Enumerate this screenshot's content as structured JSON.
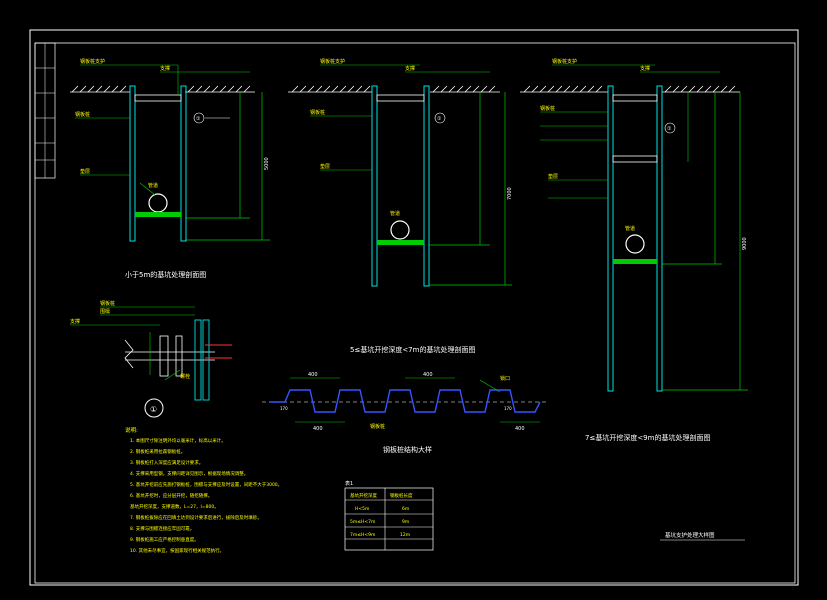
{
  "colors": {
    "background": "#000000",
    "frame": "#ffffff",
    "wall": "#00e0e0",
    "dim": "#00cc00",
    "label": "#ffff00",
    "text": "#ffffff",
    "profile": "#3355ff",
    "pipe_fill": "#00cc00"
  },
  "title_block": {
    "rows": [
      "",
      "",
      "",
      "",
      ""
    ]
  },
  "sections": {
    "s1": {
      "title": "小于5m的基坑处理剖面图",
      "depth": "5000",
      "label_top": "钢板桩支护",
      "label_brace": "支撑",
      "label_pipe": "管道",
      "label_mid": "钢板桩",
      "label_bottom": "垫层",
      "circle": "①"
    },
    "s2": {
      "title": "5≤基坑开挖深度<7m的基坑处理剖面图",
      "depth": "7000",
      "label_top": "钢板桩支护",
      "label_brace": "支撑",
      "label_pipe": "管道",
      "label_mid": "钢板桩",
      "label_bottom": "垫层",
      "circle": "①"
    },
    "s3": {
      "title": "7≤基坑开挖深度<9m的基坑处理剖面图",
      "depth": "9000",
      "label_top": "钢板桩支护",
      "label_brace": "支撑",
      "label_pipe": "管道",
      "label_mid": "钢板桩",
      "label_bottom": "垫层",
      "circle": "①"
    }
  },
  "detail": {
    "label_a": "钢板桩",
    "label_b": "围檩",
    "label_c": "支撑",
    "label_d": "螺栓",
    "callout": "①"
  },
  "profile_detail": {
    "title": "钢板桩结构大样",
    "dim_top": "400",
    "dim_left": "400",
    "dim_right": "400",
    "dim_mid": "400",
    "label_center": "钢板桩",
    "label_right": "锁口",
    "dim_small_a": "170",
    "dim_small_b": "170"
  },
  "notes": {
    "heading": "说明:",
    "items": [
      "1. 本图尺寸除注明外均以毫米计，标高以米计。",
      "2. 钢板桩采用拉森钢板桩。",
      "3. 钢板桩打入深度应满足设计要求。",
      "4. 支撑采用型钢，支撑间距详见图示，根据现场情况调整。",
      "5. 基坑开挖前应先施打钢板桩，围檩与支撑应及时设置，间距不大于3000。",
      "6. 基坑开挖时，应分层开挖，随挖随撑。",
      "   基坑开挖深度，支撑道数，L=27，I=800。",
      "7. 钢板桩拔除应在回填土达到设计要求后进行，拔除后及时填砂。",
      "8. 支撑与围檩连接应牢固可靠。",
      "9. 钢板桩施工应严格控制垂直度。",
      "10. 其他未尽事宜，按国家现行相关规范执行。"
    ]
  },
  "table": {
    "caption": "表1",
    "headers": [
      "基坑开挖深度",
      "钢板桩长度"
    ],
    "rows": [
      [
        "H<5m",
        "6m"
      ],
      [
        "5m≤H<7m",
        "9m"
      ],
      [
        "7m≤H<9m",
        "12m"
      ]
    ]
  },
  "footer_label": "基坑支护处理大样图"
}
